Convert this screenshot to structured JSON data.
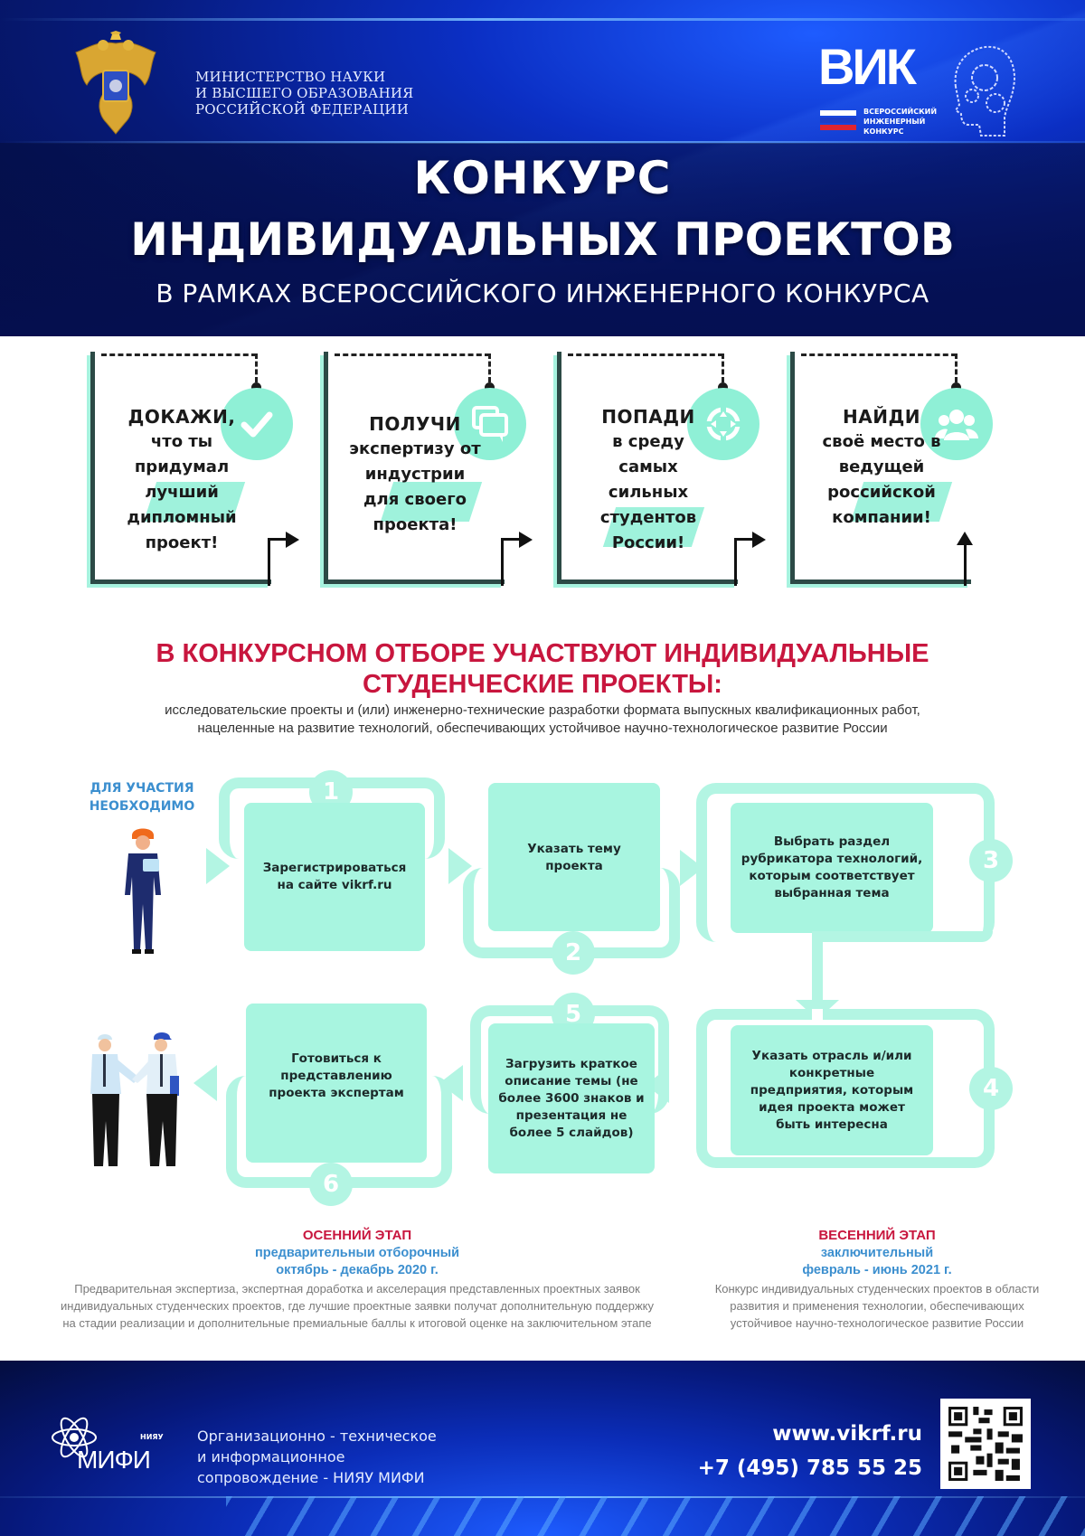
{
  "header": {
    "ministry_lines": [
      "МИНИСТЕРСТВО НАУКИ",
      "И ВЫСШЕГО ОБРАЗОВАНИЯ",
      "РОССИЙСКОЙ ФЕДЕРАЦИИ"
    ],
    "vik_logo": {
      "word": "ВИК",
      "sub_lines": [
        "ВСЕРОССИЙСКИЙ",
        "ИНЖЕНЕРНЫЙ",
        "КОНКУРС"
      ],
      "flag_colors": [
        "#ffffff",
        "#1e3ec8",
        "#e0242f"
      ]
    },
    "title_line1": "КОНКУРС",
    "title_line2": "ИНДИВИДУАЛЬНЫХ ПРОЕКТОВ",
    "subtitle": "В РАМКАХ ВСЕРОССИЙСКОГО ИНЖЕНЕРНОГО КОНКУРСА"
  },
  "benefits": [
    {
      "lead": "ДОКАЖИ,",
      "lines": [
        "что ты",
        "придумал",
        "лучший",
        "дипломный",
        "проект!"
      ],
      "icon": "check-icon"
    },
    {
      "lead": "ПОЛУЧИ",
      "lines": [
        "экспертизу от",
        "индустрии",
        "для своего",
        "проекта!"
      ],
      "icon": "chat-icon"
    },
    {
      "lead": "ПОПАДИ",
      "lines": [
        "в среду",
        "самых",
        "сильных",
        "студентов",
        "России!"
      ],
      "icon": "target-icon"
    },
    {
      "lead": "НАЙДИ",
      "lines": [
        "своё место в",
        "ведущей",
        "российской",
        "компании!"
      ],
      "icon": "group-icon"
    }
  ],
  "section": {
    "title_line1": "В КОНКУРСНОМ ОТБОРЕ УЧАСТВУЮТ ИНДИВИДУАЛЬНЫЕ",
    "title_line2": "СТУДЕНЧЕСКИЕ ПРОЕКТЫ:",
    "desc_line1": "исследовательские проекты и (или) инженерно-технические разработки формата выпускных квалификационных работ,",
    "desc_line2": "нацеленные на развитие технологий, обеспечивающих устойчивое научно-технологическое развитие России"
  },
  "flow": {
    "need_label_line1": "ДЛЯ УЧАСТИЯ",
    "need_label_line2": "НЕОБХОДИМО",
    "steps": [
      {
        "num": "1",
        "text": "Зарегистрироваться на сайте vikrf.ru"
      },
      {
        "num": "2",
        "text": "Указать тему проекта"
      },
      {
        "num": "3",
        "text": "Выбрать раздел рубрикатора технологий, которым соответствует выбранная тема"
      },
      {
        "num": "4",
        "text": "Указать отрасль и/или конкретные предприятия, которым идея проекта может быть интересна"
      },
      {
        "num": "5",
        "text": "Загрузить краткое описание темы (не более 3600 знаков и презентация не более 5 слайдов)"
      },
      {
        "num": "6",
        "text": "Готовиться к представлению проекта экспертам"
      }
    ]
  },
  "stages": {
    "autumn": {
      "title": "ОСЕННИЙ ЭТАП",
      "sub1": "предварительныи отборочный",
      "sub2": "октябрь - декабрь 2020 г.",
      "desc": "Предварительная  экспертиза, экспертная доработка и акселерация представленных проектных заявок индивидуальных студенческих проектов, где лучшие проектные заявки получат дополнительную поддержку на стадии реализации и дополнительные премиальные  баллы к итоговой оценке на заключительном этапе"
    },
    "spring": {
      "title": "ВЕСЕННИЙ ЭТАП",
      "sub1": "заключительный",
      "sub2": "февраль - июнь 2021 г.",
      "desc": "Конкурс индивидуальных студенческих проектов в области развития и применения технологии, обеспечивающих устойчивое научно-технологическое развитие России"
    }
  },
  "footer": {
    "mephi_small": "НИЯУ",
    "mephi_big": "МИФИ",
    "support_lines": [
      "Организационно - техническое",
      "и информационное",
      "сопровождение - НИЯУ МИФИ"
    ],
    "site": "www.vikrf.ru",
    "phone": "+7 (495) 785 55 25"
  },
  "colors": {
    "accent_red": "#c8163e",
    "accent_blue": "#3c8fcf",
    "mint": "#a8f5e0",
    "header_blue": "#0b2fc4"
  }
}
